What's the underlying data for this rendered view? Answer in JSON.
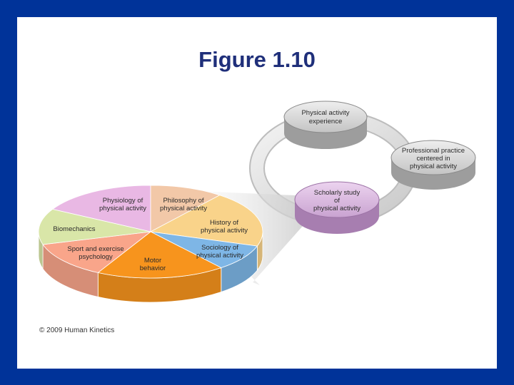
{
  "title": "Figure 1.10",
  "cycle_nodes": [
    {
      "line1": "Physical activity",
      "line2": "experience",
      "line3": ""
    },
    {
      "line1": "Professional practice",
      "line2": "centered in",
      "line3": "physical activity"
    },
    {
      "line1": "Scholarly study",
      "line2": "of",
      "line3": "physical activity"
    }
  ],
  "pie_segments": [
    {
      "line1": "Physiology of",
      "line2": "physical activity",
      "color": "#e9b8e4"
    },
    {
      "line1": "Philosophy of",
      "line2": "physical activity",
      "color": "#f2c8a8"
    },
    {
      "line1": "History of",
      "line2": "physical activity",
      "color": "#f9d38a"
    },
    {
      "line1": "Sociology of",
      "line2": "physical activity",
      "color": "#7eb6e6"
    },
    {
      "line1": "Motor",
      "line2": "behavior",
      "color": "#f7941d"
    },
    {
      "line1": "Sport and exercise",
      "line2": "psychology",
      "color": "#f9a58a"
    },
    {
      "line1": "Biomechanics",
      "line2": "",
      "color": "#d9e6a8"
    }
  ],
  "copyright": "© 2009 Human Kinetics"
}
